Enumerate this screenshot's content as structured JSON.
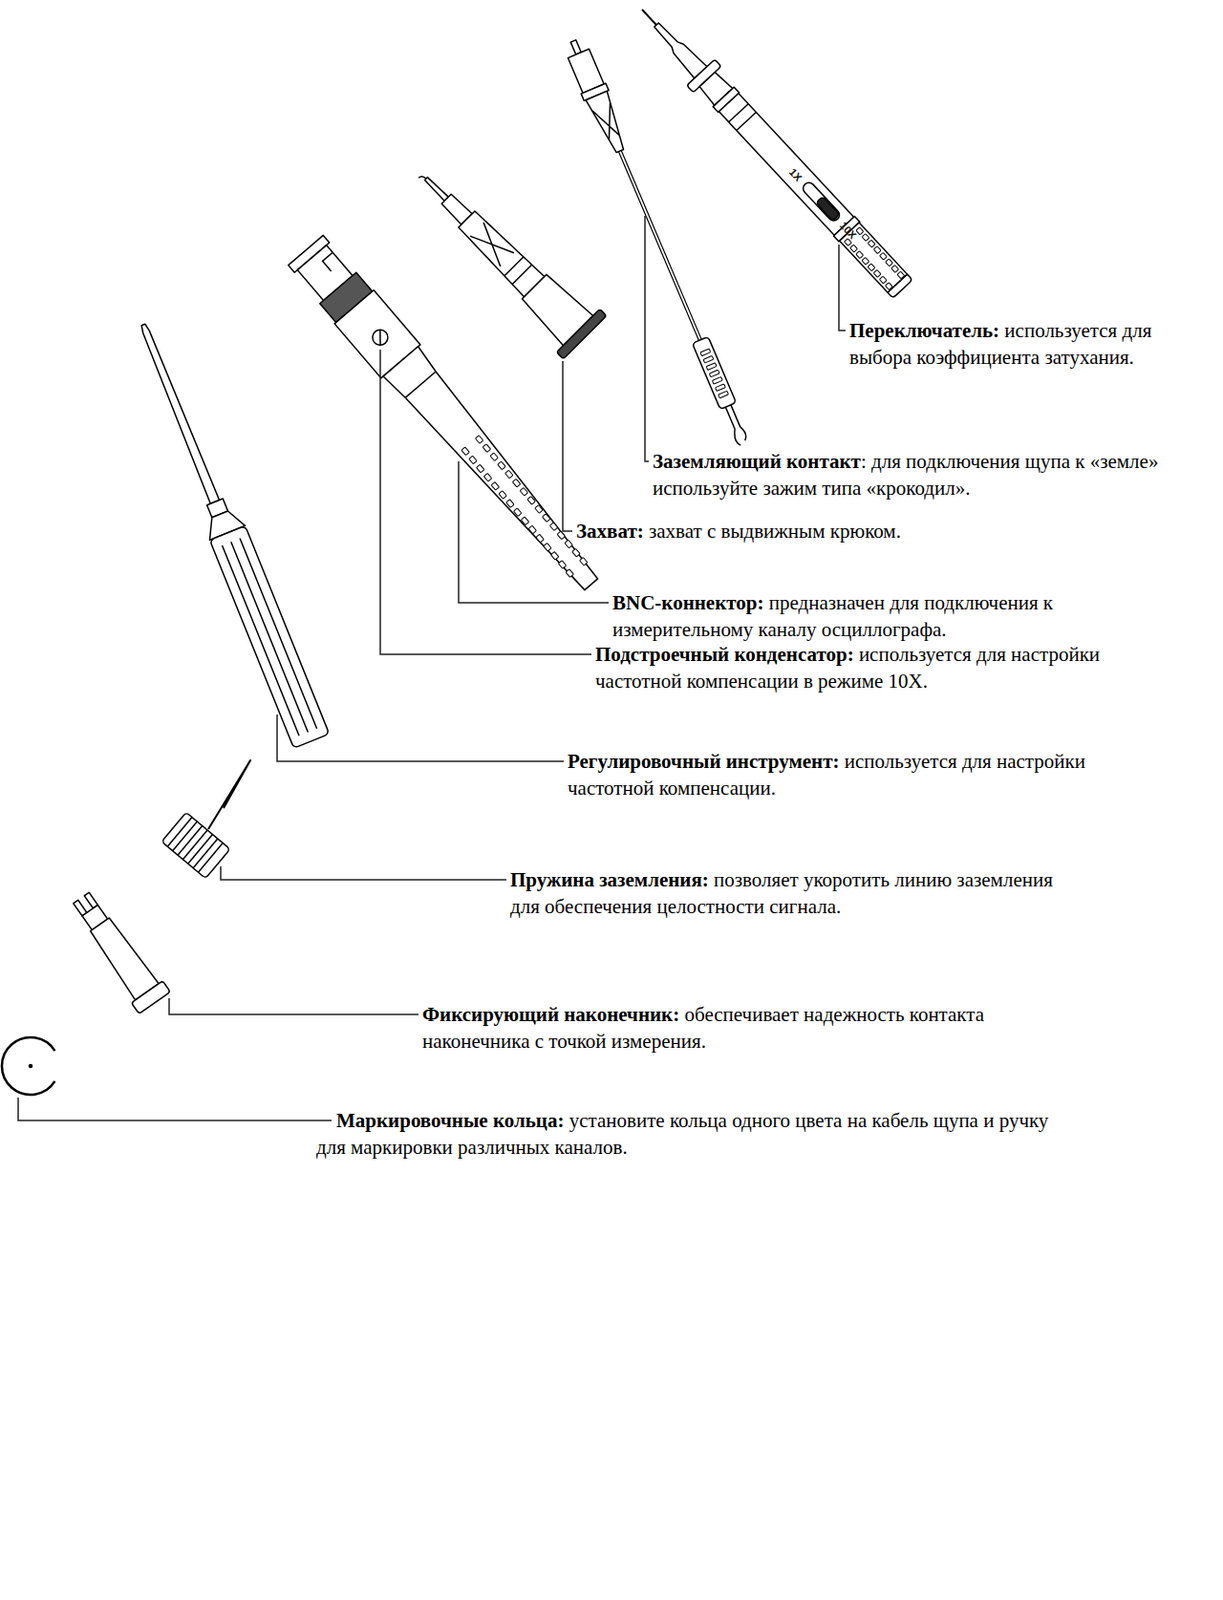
{
  "diagram": {
    "labels": [
      "Переключатель:",
      "используется для выбора коэффициента затухания.",
      "Заземляющий контакт",
      ": для подключения щупа к «земле» используйте зажим типа «крокодил».",
      "Захват:",
      "захват с выдвижным крюком.",
      "BNC-коннектор:",
      "предназначен для подключения к измерительному каналу осциллографа.",
      "Подстроечный конденсатор:",
      "используется для настройки частотной компенсации в режиме 10X.",
      "Регулировочный инструмент:",
      "используется для настройки частотной компенсации.",
      "Пружина заземления:",
      "позволяет укоротить линию заземления для обеспечения целостности сигнала.",
      "Фиксирующий наконечник:",
      "обеспечивает надежность контакта наконечника с точкой измерения.",
      "Маркировочные кольца:",
      "установите кольца одного цвета на кабель щупа и ручку для маркировки различных каналов.",
      "1X",
      "10X"
    ]
  }
}
